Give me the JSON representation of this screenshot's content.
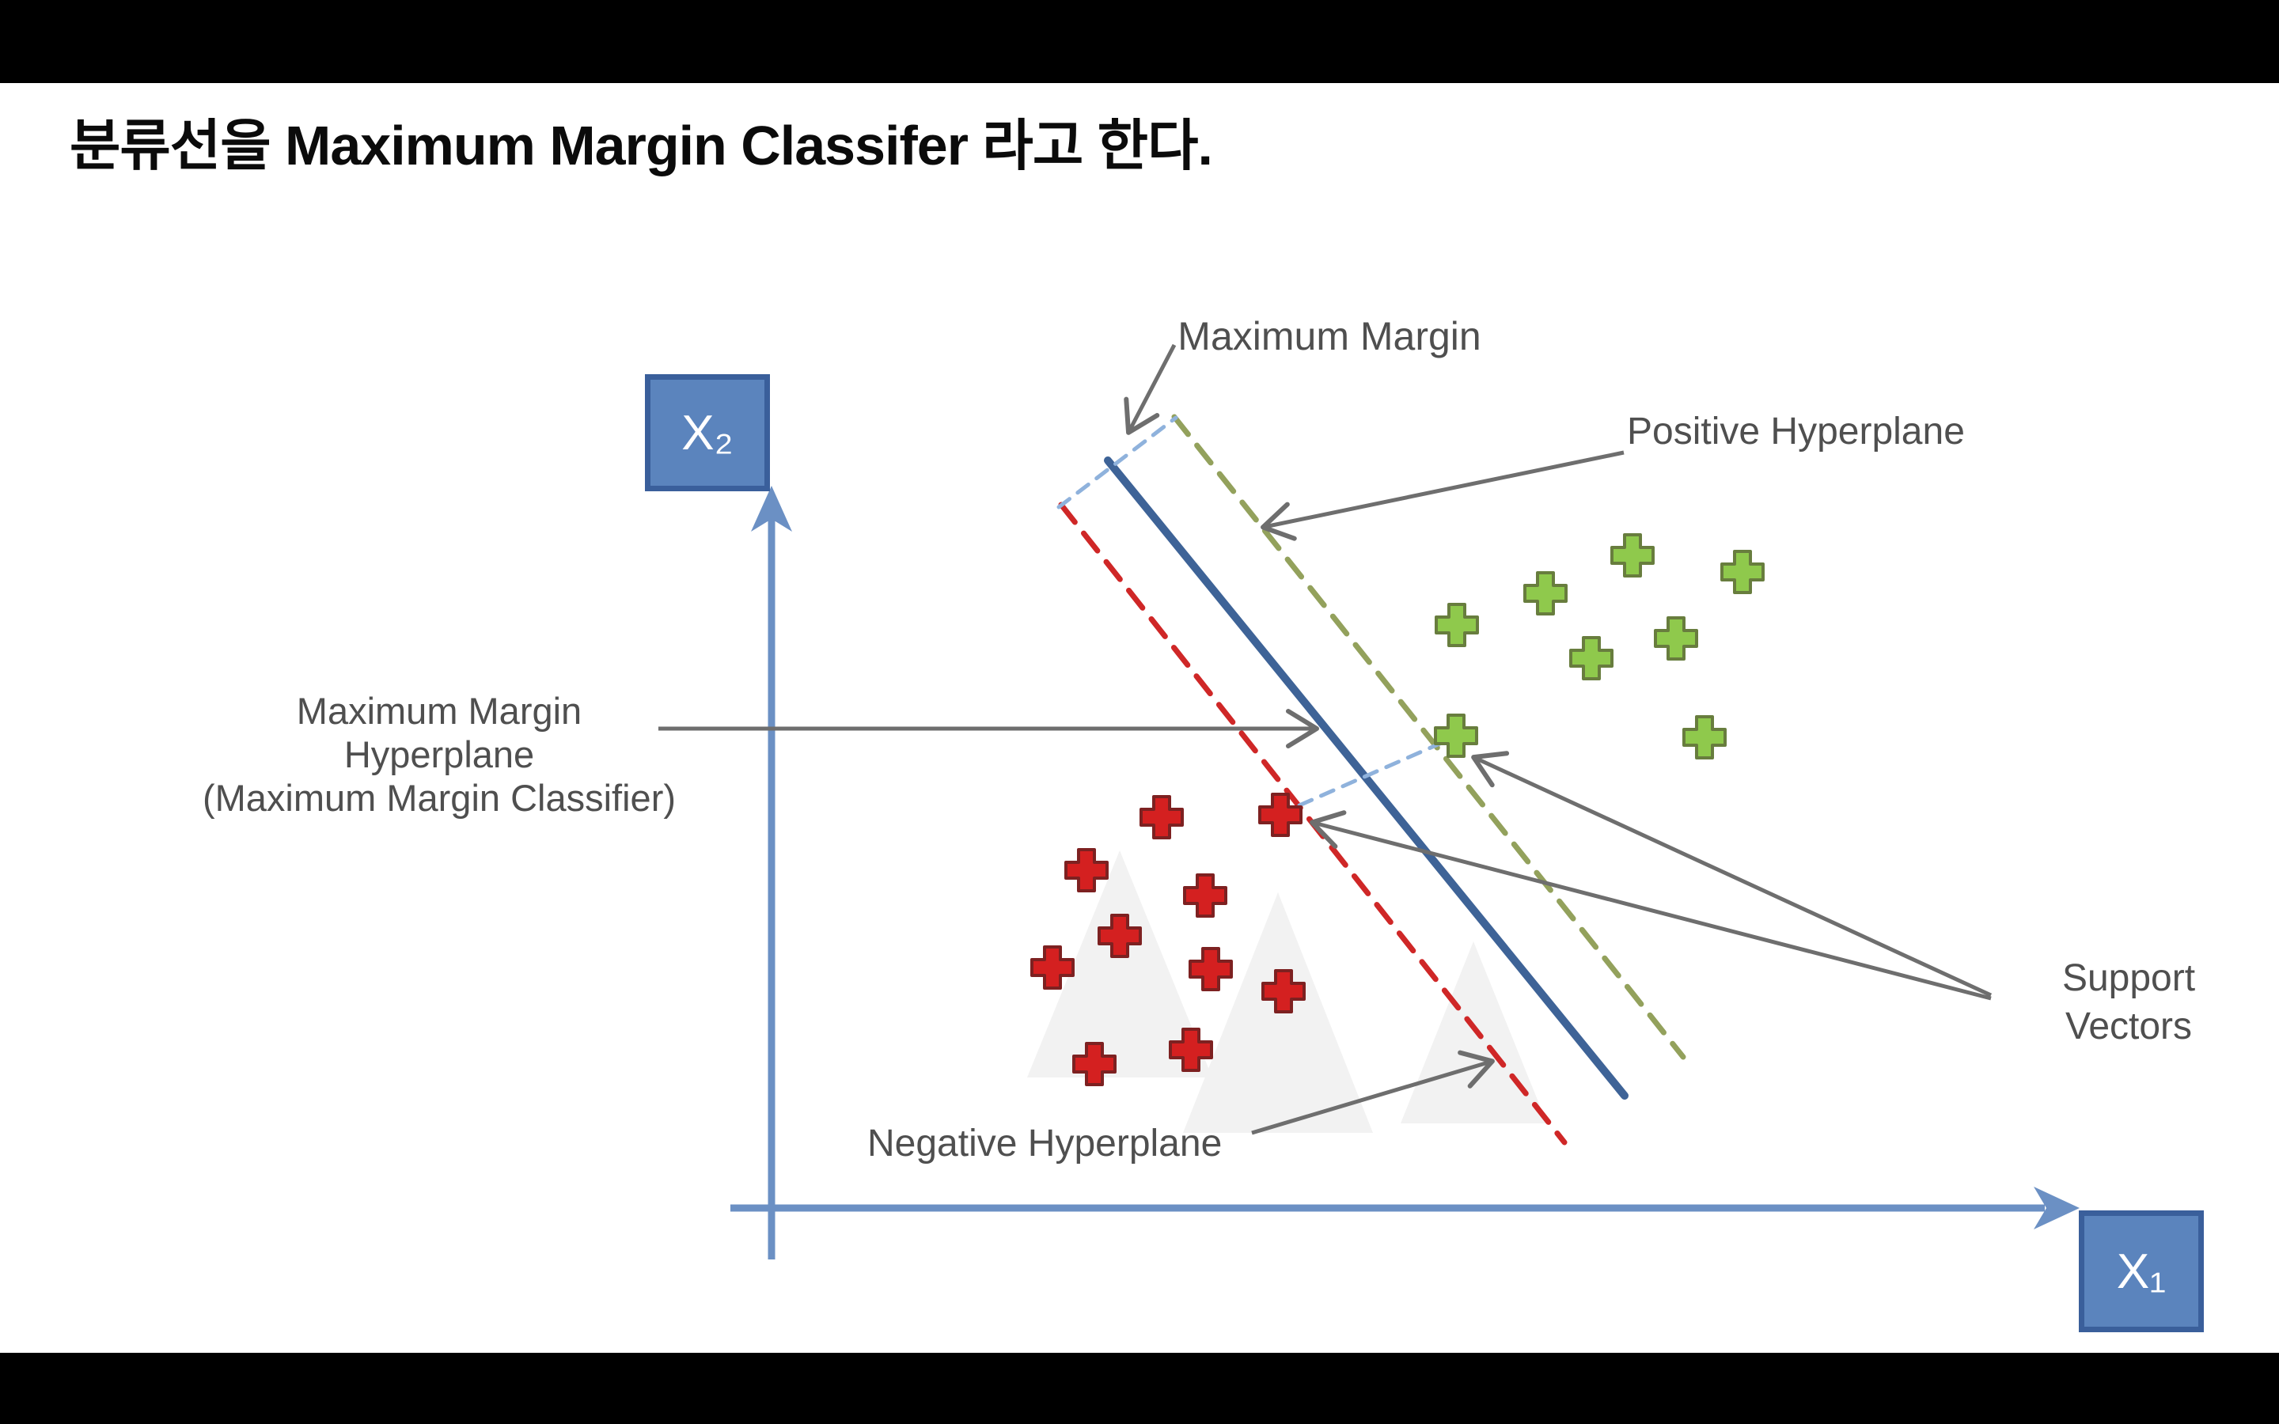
{
  "title": {
    "text": "분류선을 Maximum Margin Classifer 라고 한다."
  },
  "figure": {
    "labels": {
      "maximum_margin": "Maximum Margin",
      "positive_hyperplane": "Positive Hyperplane",
      "mmh_line1": "Maximum Margin",
      "mmh_line2": "Hyperplane",
      "mmh_line3": "(Maximum Margin Classifier)",
      "negative_hyperplane": "Negative Hyperplane",
      "support_vectors_line1": "Support",
      "support_vectors_line2": "Vectors"
    },
    "axis_labels": {
      "x": "X₁",
      "y": "X₂"
    }
  },
  "chart_data": {
    "type": "scatter",
    "title": "Maximum Margin Classifier (SVM) diagram",
    "xlabel": "X₁",
    "ylabel": "X₂",
    "grid": false,
    "colors": {
      "axis": "#6b90c4",
      "arrow": "#6e6e6e",
      "watermark": "#f2f2f2",
      "solid_hyperplane": "#3e6397",
      "positive_hyperplane": "#93a15c",
      "negative_hyperplane": "#cf2727",
      "margin_dash": "#8fb2dc"
    },
    "axis": {
      "color": "#6b90c4",
      "width": 9,
      "x": {
        "line": [
          923,
          1527,
          2584,
          1527
        ],
        "head": [
          2628,
          1527
        ]
      },
      "y": {
        "line": [
          975,
          1592,
          975,
          652
        ],
        "head": [
          975,
          614
        ]
      }
    },
    "series": [
      {
        "name": "positive-class",
        "legend": "positive class (green plus)",
        "marker": "plus",
        "fill": "#8fc94c",
        "stroke": "#687d3e",
        "size": 52,
        "points": [
          [
            2063,
            702
          ],
          [
            2202,
            723
          ],
          [
            1953,
            750
          ],
          [
            1841,
            790
          ],
          [
            2118,
            807
          ],
          [
            2011,
            832
          ],
          [
            2154,
            932
          ],
          [
            1840,
            930
          ]
        ]
      },
      {
        "name": "negative-class",
        "legend": "negative class (red plus)",
        "marker": "plus",
        "fill": "#d42020",
        "stroke": "#7d2121",
        "size": 52,
        "points": [
          [
            1468,
            1033
          ],
          [
            1618,
            1030
          ],
          [
            1373,
            1100
          ],
          [
            1523,
            1132
          ],
          [
            1415,
            1183
          ],
          [
            1330,
            1223
          ],
          [
            1530,
            1225
          ],
          [
            1622,
            1253
          ],
          [
            1505,
            1327
          ],
          [
            1383,
            1345
          ]
        ]
      }
    ],
    "support_vectors": {
      "positive": [
        1840,
        930
      ],
      "negative": [
        1618,
        1030
      ]
    },
    "lines": [
      {
        "name": "maximum-margin-hyperplane-line",
        "p1": [
          1400,
          582
        ],
        "p2": [
          2053,
          1385
        ],
        "color": "#3e6397",
        "width": 10
      },
      {
        "name": "positive-hyperplane-line",
        "p1": [
          1484,
          527
        ],
        "p2": [
          2127,
          1336
        ],
        "color": "#93a15c",
        "width": 7,
        "dash": "28 18"
      },
      {
        "name": "negative-hyperplane-line",
        "p1": [
          1341,
          638
        ],
        "p2": [
          1977,
          1444
        ],
        "color": "#cf2727",
        "width": 7,
        "dash": "28 18"
      },
      {
        "name": "margin-width-cap-line",
        "p1": [
          1338,
          641
        ],
        "p2": [
          1486,
          528
        ],
        "color": "#8fb2dc",
        "width": 5,
        "dash": "17 13"
      },
      {
        "name": "support-vector-connector-line",
        "p1": [
          1642,
          1018
        ],
        "p2": [
          1824,
          938
        ],
        "color": "#8fb2dc",
        "width": 5,
        "dash": "17 13"
      }
    ],
    "arrows": [
      {
        "name": "maximum-margin-arrow",
        "from": [
          1484,
          436
        ],
        "to": [
          1427,
          545
        ]
      },
      {
        "name": "positive-hyperplane-arrow",
        "from": [
          2052,
          572
        ],
        "to": [
          1598,
          666
        ]
      },
      {
        "name": "maximum-margin-hyperplane-arrow",
        "from": [
          832,
          921
        ],
        "to": [
          1662,
          921
        ]
      },
      {
        "name": "negative-hyperplane-arrow",
        "from": [
          1582,
          1432
        ],
        "to": [
          1884,
          1342
        ]
      },
      {
        "name": "support-vector-arrow-positive",
        "from": [
          2516,
          1258
        ],
        "to": [
          1864,
          958
        ]
      },
      {
        "name": "support-vector-arrow-negative",
        "from": [
          2516,
          1262
        ],
        "to": [
          1660,
          1040
        ]
      }
    ],
    "watermarks": [
      "1415,1075 1298,1362 1532,1362",
      "1615,1128 1495,1432 1735,1432",
      "1862,1190 1770,1420 1955,1420"
    ]
  }
}
